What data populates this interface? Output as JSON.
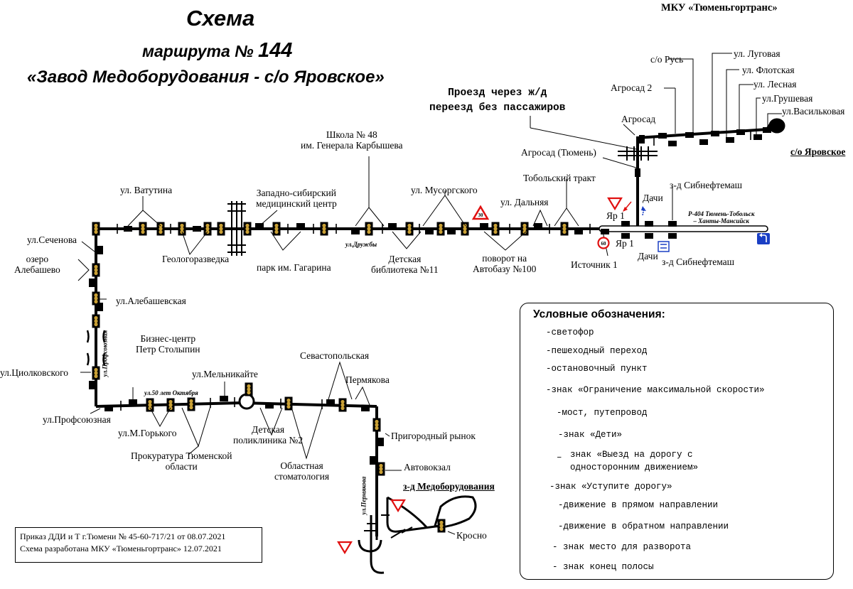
{
  "header": {
    "organization": "МКУ «Тюменьгортранс»",
    "title_line1": "Схема",
    "title_line2_prefix": "маршрута № ",
    "route_number": "144",
    "title_line3": "«Завод Медоборудования - с/о Яровское»"
  },
  "notes": {
    "railway_crossing_line1": "Проезд через ж/д",
    "railway_crossing_line2": "переезд без пассажиров"
  },
  "stops": {
    "vatutina": "ул. Ватутина",
    "geologorazvedka": "Геологоразведка",
    "zapsib_line1": "Западно-сибирский",
    "zapsib_line2": "медицинский центр",
    "park_gagarina": "парк им. Гагарина",
    "school48_line1": "Школа № 48",
    "school48_line2": "им. Генерала Карбышева",
    "library_line1": "Детская",
    "library_line2": "библиотека №11",
    "musorgskogo": "ул. Мусоргского",
    "avtobaza_line1": "поворот на",
    "avtobaza_line2": "Автобазу №100",
    "dalnyaya": "ул. Дальняя",
    "tobolsky_trakt": "Тобольский тракт",
    "istochnik": "Источник 1",
    "agrosad_tyumen": "Агросад (Тюмень)",
    "agrosad": "Агросад",
    "agrosad2": "Агросад 2",
    "so_rus": "с/о Русь",
    "lugovaya": "ул. Луговая",
    "flotskaya": "ул. Флотская",
    "lesnaya": "ул. Лесная",
    "grushevaya": "ул.Грушевая",
    "vasilkovaya": "ул.Васильковая",
    "so_yarovskoe": "с/о Яровское",
    "yar1_top": "Яр 1",
    "yar1_bottom": "Яр 1",
    "dachi_top": "Дачи",
    "dachi_bottom": "Дачи",
    "sibneftemash_top": "з-д Сибнефтемаш",
    "sibneftemash_bottom": "з-д Сибнефтемаш",
    "r404_line1": "Р-404 Тюмень-Тобольск",
    "r404_line2": "– Ханты-Мансийск",
    "sechenova": "ул.Сеченова",
    "ozero_line1": "озеро",
    "ozero_line2": "Алебашево",
    "alebashevskaya": "ул.Алебашевская",
    "tsiolkovskogo": "ул.Циолковского",
    "profsoyuznaya": "ул.Профсоюзная",
    "biznes_line1": "Бизнес-центр",
    "biznes_line2": "Петр Столыпин",
    "melnikayte": "ул.Мельникайте",
    "gorkogo": "ул.М.Горького",
    "prokuratura_line1": "Прокуратура Тюменской",
    "prokuratura_line2": "области",
    "poliklinika_line1": "Детская",
    "poliklinika_line2": "поликлиника №2",
    "stomatologiya_line1": "Областная",
    "stomatologiya_line2": "стоматология",
    "sevastopolskaya": "Севастопольская",
    "permyakova": "Пермякова",
    "prigorodny": "Пригородный рынок",
    "avtovokzal": "Автовокзал",
    "medoborudovanie": "з-д Медоборудования",
    "krosno": "Кросно"
  },
  "streets": {
    "druzhby": "ул.Дружбы",
    "profsoyuznaya_vertical": "ул.Профсоюзная",
    "let50": "ул.50 лет Октября",
    "permyakova_vertical": "ул.Пермякова"
  },
  "signs": {
    "speed_value": "60",
    "children_value": "30"
  },
  "legend": {
    "header": "Условные обозначения:",
    "items": [
      "-светофор",
      "-пешеходный переход",
      "-остановочный пункт",
      "-знак «Ограничение максимальной скорости»",
      "-мост, путепровод",
      "-знак «Дети»",
      "знак «Выезд на дорогу с",
      "одностoронним движением»",
      "-знак «Уступите дорогу»",
      "-движение в прямом направлении",
      "-движение в обратном направлении",
      "- знак место для разворота",
      "- знак конец полосы"
    ],
    "dash": "–"
  },
  "footer": {
    "order_line1": "Приказ ДДИ и Т г.Тюмени № 45-60-717/21 от 08.07.2021",
    "order_line2": "Схема разработана МКУ «Тюменьгортранс» 12.07.2021"
  },
  "colors": {
    "line": "#000000",
    "sign_red": "#e01010",
    "sign_blue": "#1a3fc4",
    "arrow_red": "#e01010",
    "arrow_blue": "#1a3fc4",
    "light_amber": "#c9a035"
  }
}
